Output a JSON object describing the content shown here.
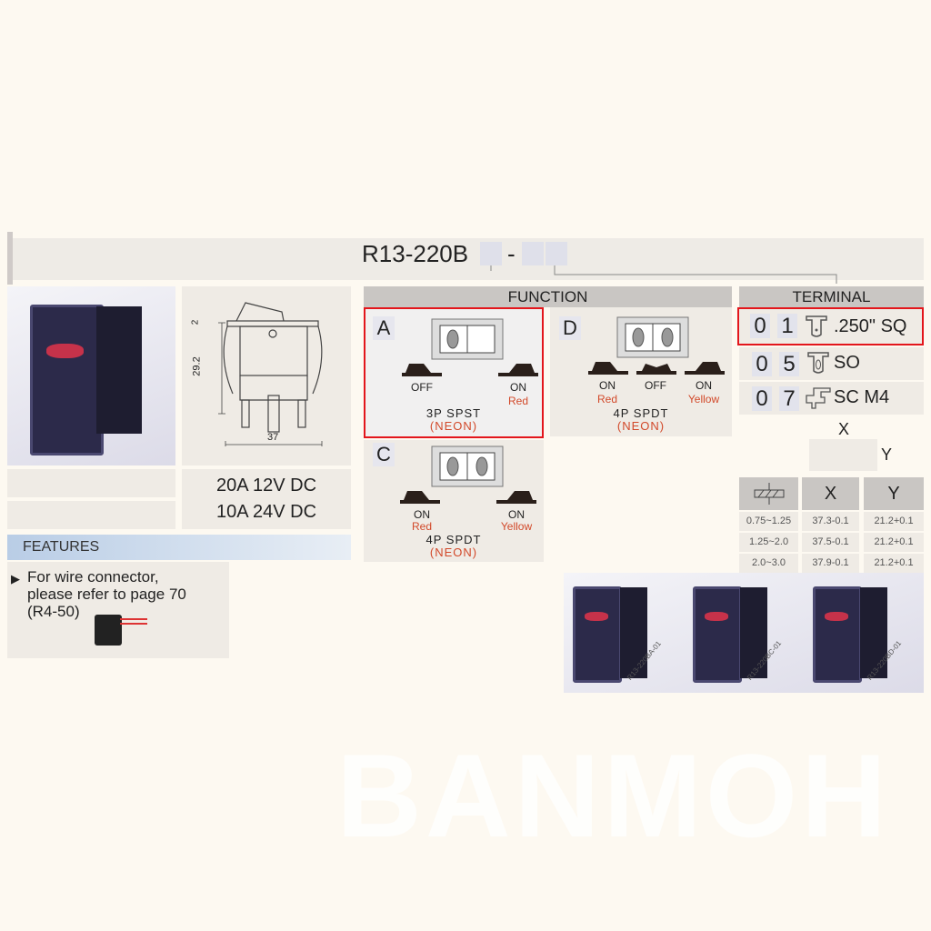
{
  "header": {
    "model_prefix": "R13-220B",
    "separator": "-"
  },
  "ratings": [
    "20A 12V DC",
    "10A 24V DC"
  ],
  "drawing": {
    "dims": [
      "2",
      "29.2",
      "37"
    ]
  },
  "features": {
    "title": "FEATURES",
    "items": [
      "For wire connector,",
      "please refer to page 70",
      "(R4-50)"
    ]
  },
  "function": {
    "title": "FUNCTION",
    "options": [
      {
        "code": "A",
        "positions": [
          {
            "state": "OFF",
            "color": ""
          },
          {
            "state": "ON",
            "color": "Red"
          }
        ],
        "type": "3P SPST",
        "lamp": "(NEON)",
        "selected": true
      },
      {
        "code": "D",
        "positions": [
          {
            "state": "ON",
            "color": "Red"
          },
          {
            "state": "OFF",
            "color": ""
          },
          {
            "state": "ON",
            "color": "Yellow"
          }
        ],
        "type": "4P SPDT",
        "lamp": "(NEON)",
        "selected": false
      },
      {
        "code": "C",
        "positions": [
          {
            "state": "ON",
            "color": "Red"
          },
          {
            "state": "ON",
            "color": "Yellow"
          }
        ],
        "type": "4P SPDT",
        "lamp": "(NEON)",
        "selected": false
      }
    ]
  },
  "terminal": {
    "title": "TERMINAL",
    "options": [
      {
        "d1": "0",
        "d2": "1",
        "icon": "quick-connect-terminal-icon",
        "name": ".250\" SQ",
        "selected": true
      },
      {
        "d1": "0",
        "d2": "5",
        "icon": "solder-terminal-icon",
        "name": "SO",
        "selected": false
      },
      {
        "d1": "0",
        "d2": "7",
        "icon": "screw-terminal-icon",
        "name": "SC M4",
        "selected": false
      }
    ],
    "x_label": "X",
    "y_label": "Y",
    "table": {
      "headers": [
        "panel-thickness-icon",
        "X",
        "Y"
      ],
      "rows": [
        [
          "0.75~1.25",
          "37.3-0.1",
          "21.2+0.1"
        ],
        [
          "1.25~2.0",
          "37.5-0.1",
          "21.2+0.1"
        ],
        [
          "2.0~3.0",
          "37.9-0.1",
          "21.2+0.1"
        ]
      ]
    }
  },
  "products": [
    "R13-220BA-01",
    "R13-220BC-01",
    "R13-220BD-01"
  ],
  "watermark": "BANMOH",
  "colors": {
    "highlight": "#e3161c",
    "accent_red": "#d2492a",
    "header_gray": "#c9c6c3"
  }
}
